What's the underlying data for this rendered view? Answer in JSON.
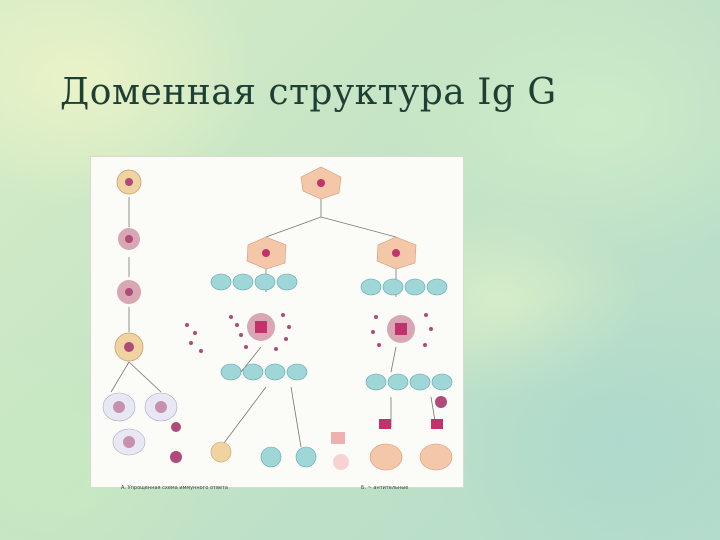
{
  "slide": {
    "title": "Доменная структура Ig G"
  },
  "figure": {
    "description_labels": {
      "left_caption": "А. Упрощенная схема иммунного ответа",
      "right_caption": "Б. ~ антительные"
    }
  },
  "colors": {
    "title": "#1e3f34",
    "cell_pink": "#d9a6b4",
    "cell_purple": "#b04a78",
    "cell_cyan": "#9fd6d8",
    "cell_tan": "#f0d3a0",
    "antigen": "#c2336b"
  }
}
